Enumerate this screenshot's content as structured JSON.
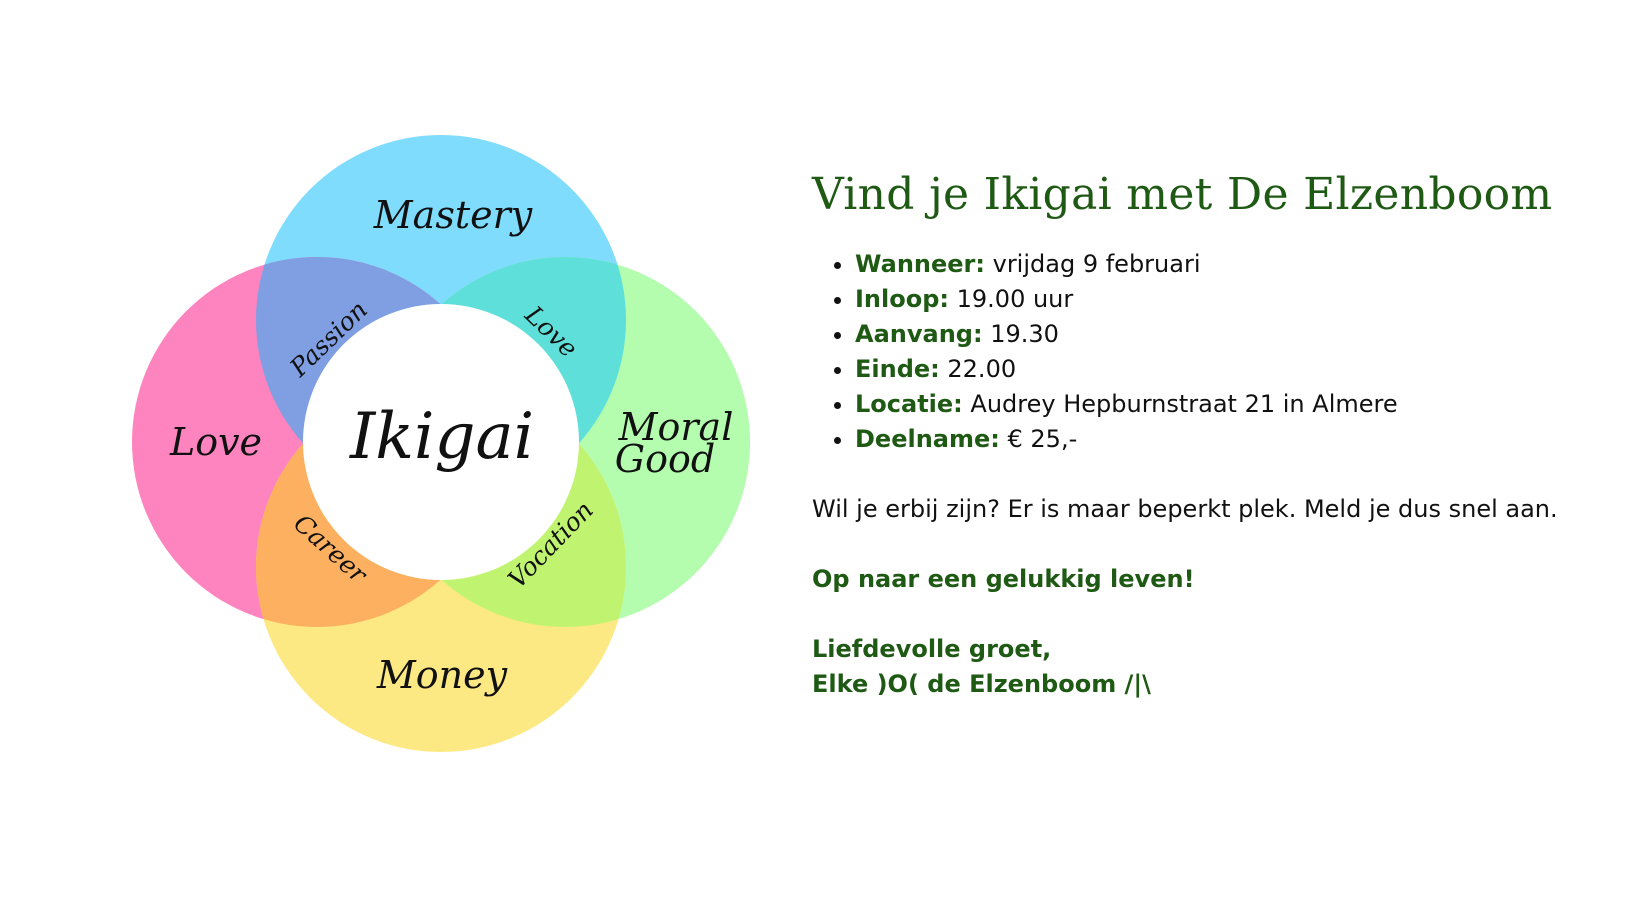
{
  "diagram": {
    "center_label": "Ikigai",
    "outer_labels": {
      "top": "Mastery",
      "left": "Love",
      "right_line1": "Moral",
      "right_line2": "Good",
      "bottom": "Money"
    },
    "overlap_labels": {
      "top_left": "Passion",
      "top_right": "Love",
      "bottom_left": "Career",
      "bottom_right": "Vocation"
    },
    "colors": {
      "top": "#7fdcfd",
      "left": "#fd84bf",
      "right": "#b4fcae",
      "bottom": "#fde984",
      "overlap_top_left": "#7f9fe2",
      "overlap_top_right": "#5fdfd9",
      "overlap_bottom_left": "#fdb060",
      "overlap_bottom_right": "#c0f470"
    }
  },
  "event": {
    "title": "Vind je Ikigai met De Elzenboom",
    "details": [
      {
        "label": "Wanneer:",
        "value": " vrijdag 9 februari"
      },
      {
        "label": "Inloop:",
        "value": " 19.00 uur"
      },
      {
        "label": "Aanvang:",
        "value": " 19.30"
      },
      {
        "label": "Einde:",
        "value": " 22.00"
      },
      {
        "label": "Locatie:",
        "value": " Audrey Hepburnstraat 21 in Almere"
      },
      {
        "label": "Deelname:",
        "value": " € 25,-"
      }
    ],
    "invite_text": "Wil je erbij zijn? Er is maar beperkt plek. Meld je dus snel aan.",
    "tagline": "Op naar een gelukkig leven!",
    "closing_line1": "Liefdevolle groet,",
    "closing_line2": "Elke )O( de Elzenboom /|\\"
  },
  "theme": {
    "accent": "#1f5a14",
    "text": "#111111",
    "background": "#ffffff"
  }
}
